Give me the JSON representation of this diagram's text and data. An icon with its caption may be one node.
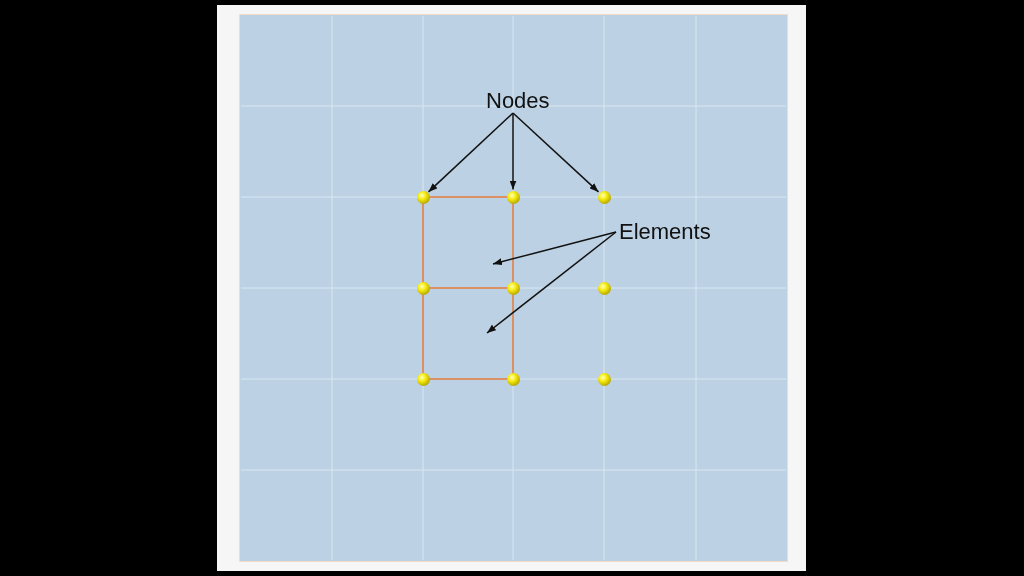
{
  "diagram": {
    "nodes": [
      {
        "text": [
          "Nodes"
        ]
      },
      {
        "text": [
          "Elements"
        ]
      },
      {
        "text": [],
        "shape": "box"
      },
      {
        "text": [],
        "shape": "box"
      },
      {
        "text": [],
        "shape": "circle"
      },
      {
        "text": [],
        "shape": "circle"
      },
      {
        "text": [],
        "shape": "circle"
      },
      {
        "text": [],
        "shape": "circle"
      },
      {
        "text": [],
        "shape": "circle"
      },
      {
        "text": [],
        "shape": "circle"
      },
      {
        "text": [],
        "shape": "circle"
      },
      {
        "text": [],
        "shape": "circle"
      },
      {
        "text": [],
        "shape": "circle"
      }
    ],
    "edges": [
      {
        "from": 0,
        "to": 4,
        "arrow": "to"
      },
      {
        "from": 0,
        "to": 5,
        "arrow": "to"
      },
      {
        "from": 0,
        "to": 6,
        "arrow": "to"
      },
      {
        "from": 1,
        "to": 2,
        "arrow": "to"
      },
      {
        "from": 1,
        "to": 3,
        "arrow": "to"
      }
    ]
  }
}
